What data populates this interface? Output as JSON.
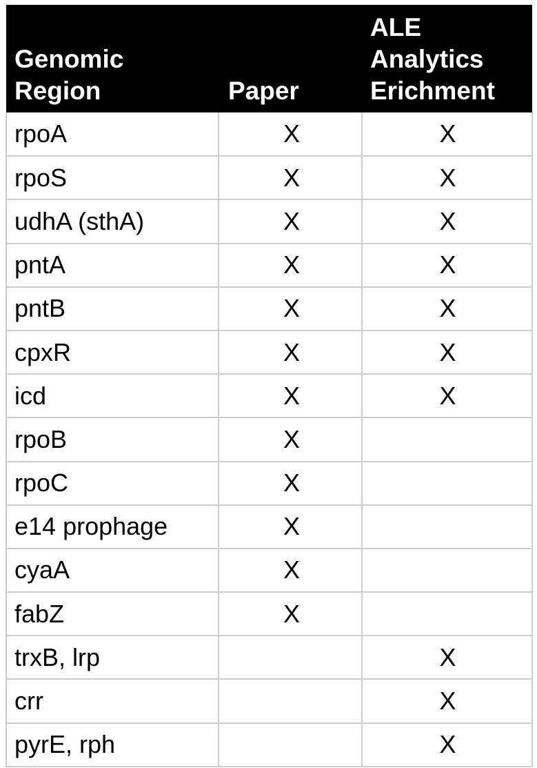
{
  "table": {
    "headers": {
      "region": [
        "Genomic",
        "Region"
      ],
      "paper": [
        "Paper"
      ],
      "ale": [
        "ALE",
        "Analytics",
        "Erichment"
      ]
    },
    "rows": [
      {
        "region": "rpoA",
        "paper": "X",
        "ale": "X"
      },
      {
        "region": "rpoS",
        "paper": "X",
        "ale": "X"
      },
      {
        "region": "udhA (sthA)",
        "paper": "X",
        "ale": "X"
      },
      {
        "region": "pntA",
        "paper": "X",
        "ale": "X"
      },
      {
        "region": "pntB",
        "paper": "X",
        "ale": "X"
      },
      {
        "region": "cpxR",
        "paper": "X",
        "ale": "X"
      },
      {
        "region": "icd",
        "paper": "X",
        "ale": "X"
      },
      {
        "region": "rpoB",
        "paper": "X",
        "ale": ""
      },
      {
        "region": "rpoC",
        "paper": "X",
        "ale": ""
      },
      {
        "region": "e14 prophage",
        "paper": "X",
        "ale": ""
      },
      {
        "region": "cyaA",
        "paper": "X",
        "ale": ""
      },
      {
        "region": "fabZ",
        "paper": "X",
        "ale": ""
      },
      {
        "region": "trxB, lrp",
        "paper": "",
        "ale": "X"
      },
      {
        "region": "crr",
        "paper": "",
        "ale": "X"
      },
      {
        "region": "pyrE, rph",
        "paper": "",
        "ale": "X"
      }
    ]
  }
}
